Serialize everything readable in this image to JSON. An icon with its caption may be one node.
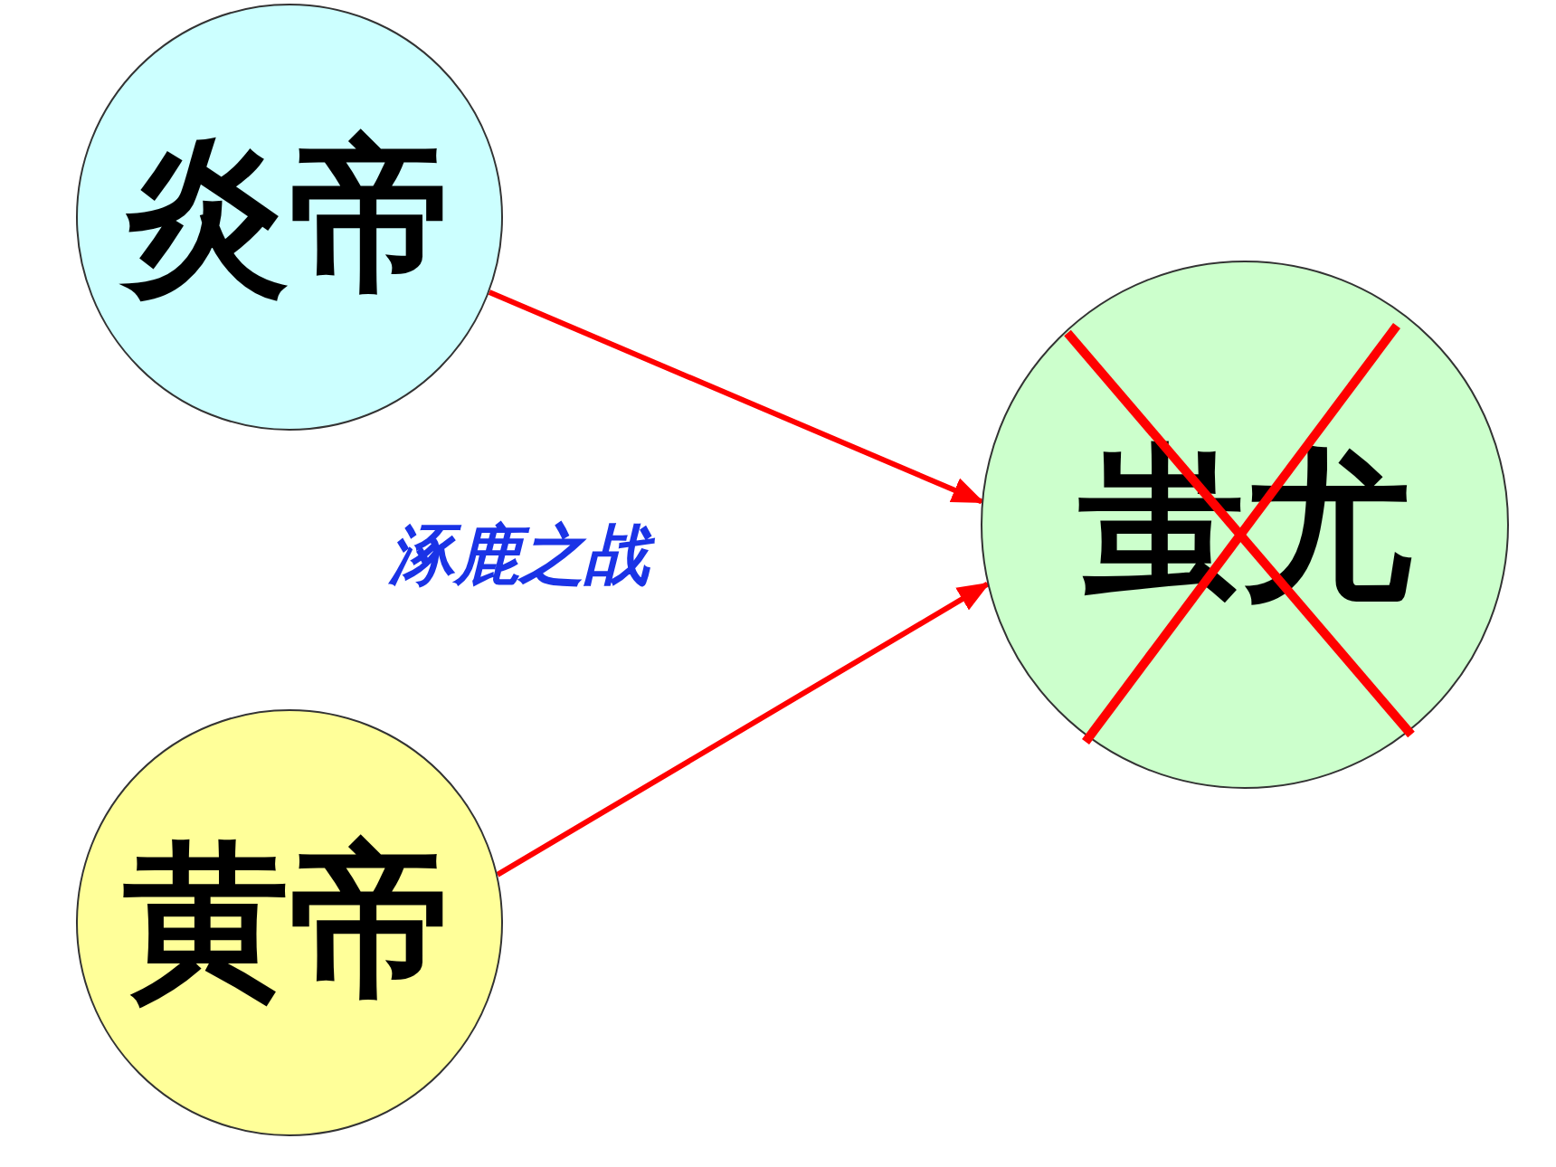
{
  "diagram": {
    "nodes": [
      {
        "text": [
          "炎帝"
        ]
      },
      {
        "text": [
          "黄帝"
        ]
      },
      {
        "text": [
          "蚩尤"
        ]
      }
    ],
    "edges": [
      {
        "from": 0,
        "to": 2,
        "arrow": "to"
      },
      {
        "from": 1,
        "to": 2,
        "arrow": "to"
      }
    ],
    "labels": [
      "涿鹿之战"
    ]
  }
}
